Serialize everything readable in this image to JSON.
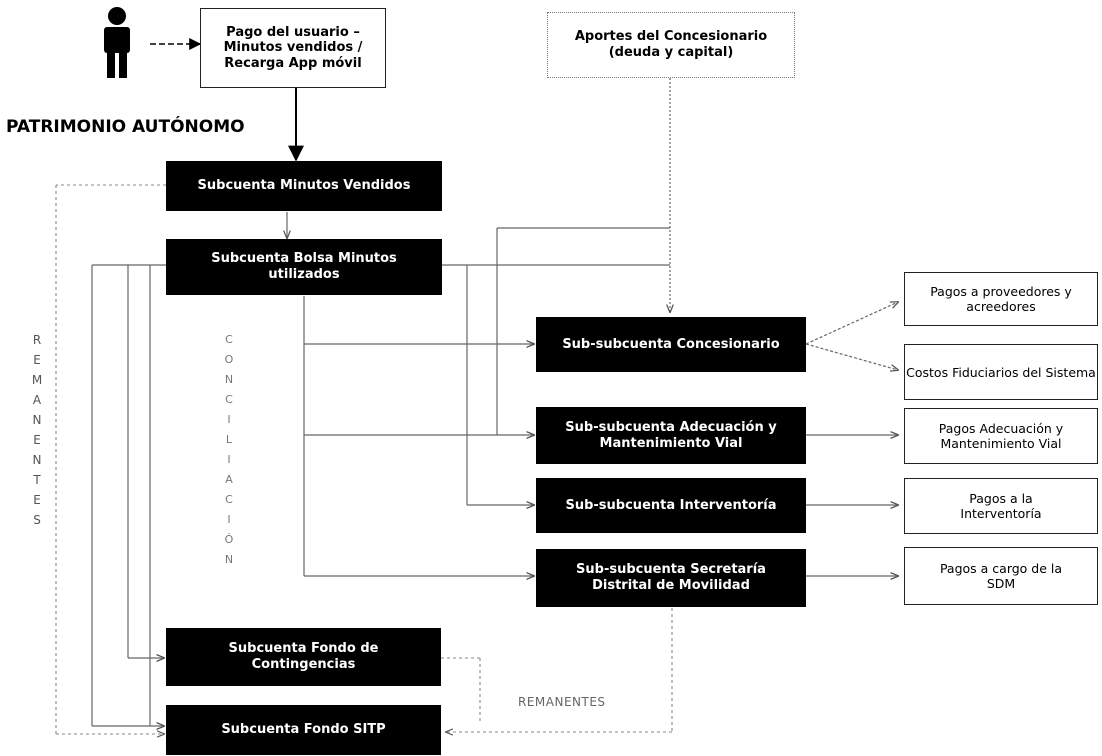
{
  "user_payment": "Pago del usuario – Minutos vendidos / Recarga App móvil",
  "concessionaire_contributions": "Aportes del Concesionario (deuda y capital)",
  "patrimonio_label": "PATRIMONIO AUTÓNOMO",
  "subaccounts": {
    "minutos_vendidos": "Subcuenta Minutos Vendidos",
    "bolsa_minutos": "Subcuenta Bolsa  Minutos utilizados",
    "fondo_contingencias": "Subcuenta Fondo de Contingencias",
    "fondo_sitp": "Subcuenta Fondo SITP"
  },
  "sub_subaccounts": {
    "concesionario": "Sub-subcuenta Concesionario",
    "adecuacion": "Sub-subcuenta Adecuación y Mantenimiento Vial",
    "interventoria": "Sub-subcuenta Interventoría",
    "secretaria": "Sub-subcuenta Secretaría Distrital de Movilidad"
  },
  "outputs": {
    "proveedores": "Pagos a proveedores y acreedores",
    "costos": "Costos Fiduciarios del Sistema",
    "pagos_adecuacion": "Pagos Adecuación y Mantenimiento Vial",
    "pagos_interventoria": "Pagos a la Interventoría",
    "pagos_sdm": "Pagos a cargo de la SDM"
  },
  "vertical_labels": {
    "remanentes": "REMANENTES",
    "conciliacion": "CONCILIACIÓN"
  },
  "remanentes_bottom": "REMANENTES",
  "icons": [
    "person-icon"
  ]
}
